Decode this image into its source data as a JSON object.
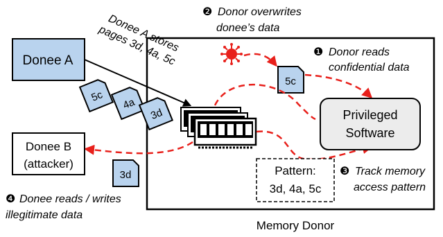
{
  "labels": {
    "donee_a": "Donee A",
    "donee_b_line1": "Donee B",
    "donee_b_line2": "(attacker)",
    "stores_line1": "Donee A stores",
    "stores_line2": "pages 3d, 4a, 5c",
    "memory_donor": "Memory Donor",
    "privileged_line1": "Privileged",
    "privileged_line2": "Software",
    "pattern_line1": "Pattern:",
    "pattern_line2": "3d, 4a, 5c"
  },
  "pages": {
    "p1": "5c",
    "p2": "4a",
    "p3": "3d",
    "read_page": "5c",
    "attacker_page": "3d"
  },
  "steps": {
    "s1_marker": "❶",
    "s1_line1": "Donor reads",
    "s1_line2": "confidential data",
    "s2_marker": "❷",
    "s2_line1": "Donor overwrites",
    "s2_line2": "donee’s data",
    "s3_marker": "❸",
    "s3_line1": "Track memory",
    "s3_line2": "access pattern",
    "s4_marker": "❹",
    "s4_line1": "Donee reads / writes",
    "s4_line2": "illegitimate data"
  },
  "colors": {
    "page_fill": "#b9d3ee",
    "donee_a_fill": "#b9d3ee",
    "arrow_red": "#e8201b",
    "privileged_fill": "#ececec",
    "virus": "#e8201b"
  }
}
